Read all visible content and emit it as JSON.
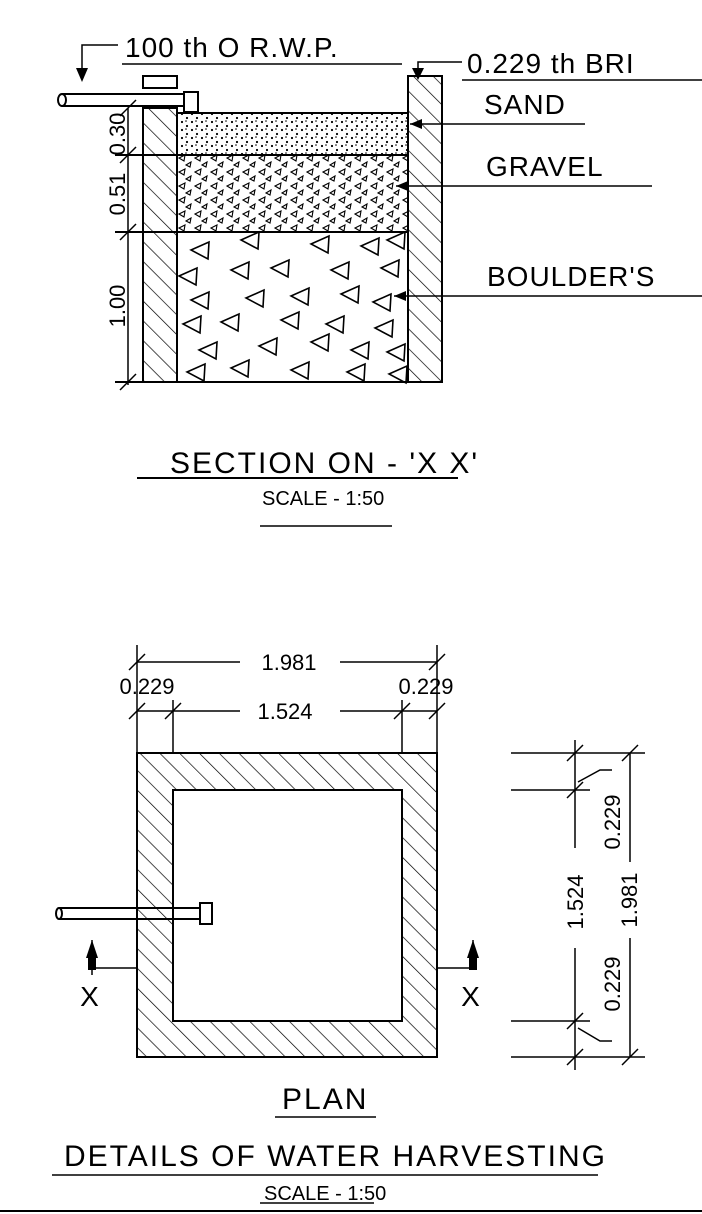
{
  "section": {
    "pipe_label": "100 th O R.W.P.",
    "wall_label": "0.229 th BRI",
    "layers": [
      {
        "label": "SAND",
        "dim": "0.30"
      },
      {
        "label": "GRAVEL",
        "dim": "0.51"
      },
      {
        "label": "BOULDER'S",
        "dim": "1.00"
      }
    ],
    "title": "SECTION ON - 'X X'",
    "scale": "SCALE - 1:50"
  },
  "plan": {
    "dims_top": {
      "overall": "1.981",
      "inner": "1.524",
      "wall_left": "0.229",
      "wall_right": "0.229"
    },
    "dims_side": {
      "wall_top": "0.229",
      "inner": "1.524",
      "overall": "1.981",
      "wall_bottom": "0.229"
    },
    "section_marks": [
      "X",
      "X"
    ],
    "title": "PLAN"
  },
  "sheet": {
    "title": "DETAILS OF WATER HARVESTING",
    "scale": "SCALE - 1:50"
  }
}
